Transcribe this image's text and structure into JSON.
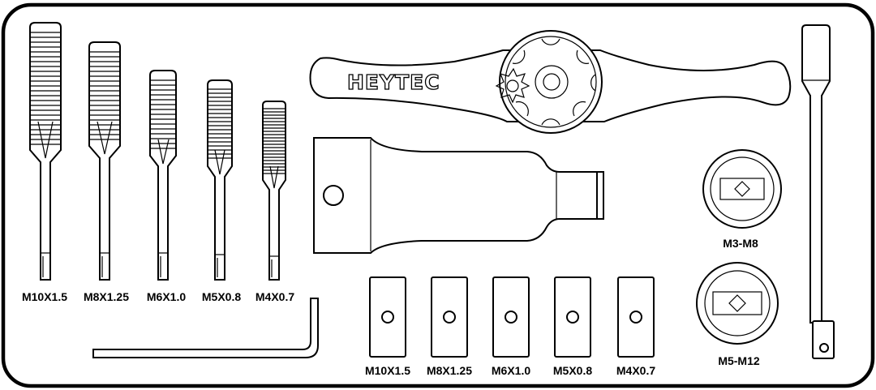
{
  "brand": {
    "text": "HEYTEC"
  },
  "taps": {
    "items": [
      {
        "label": "M10X1.5"
      },
      {
        "label": "M8X1.25"
      },
      {
        "label": "M6X1.0"
      },
      {
        "label": "M5X0.8"
      },
      {
        "label": "M4X0.7"
      }
    ]
  },
  "dies": {
    "items": [
      {
        "label": "M10X1.5"
      },
      {
        "label": "M8X1.25"
      },
      {
        "label": "M6X1.0"
      },
      {
        "label": "M5X0.8"
      },
      {
        "label": "M4X0.7"
      }
    ]
  },
  "sockets": {
    "items": [
      {
        "label": "M3-M8"
      },
      {
        "label": "M5-M12"
      }
    ]
  }
}
